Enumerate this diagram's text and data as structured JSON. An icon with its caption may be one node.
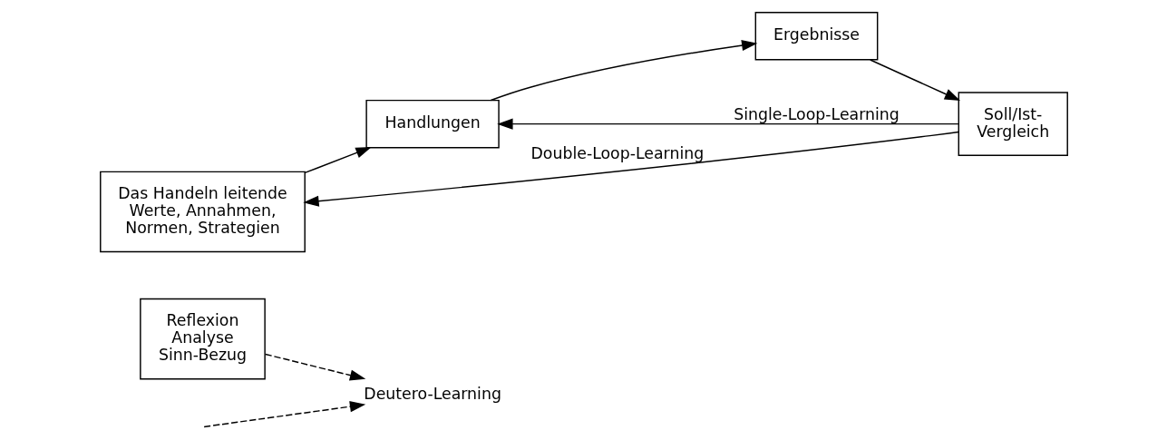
{
  "diagram": {
    "nodes": [
      {
        "text": [
          "Reflexion Analyse Sinn-Bezug"
        ]
      },
      {
        "text": [
          "Das Handeln leitende Werte, Annahmen, Normen, Strategien"
        ]
      },
      {
        "text": [
          "Handlungen"
        ]
      },
      {
        "text": [
          "Ergebnisse"
        ]
      },
      {
        "text": [
          "Soll/Ist-Vergleich"
        ]
      },
      {
        "text": [
          "Deutero-Learning"
        ]
      }
    ],
    "edges": [
      {
        "from": 1,
        "to": 2,
        "arrow": "to"
      },
      {
        "from": 2,
        "to": 3,
        "arrow": "to"
      },
      {
        "from": 3,
        "to": 4,
        "arrow": "to"
      },
      {
        "from": 4,
        "to": 2,
        "arrow": "to",
        "label": "Single-Loop-Learning"
      },
      {
        "from": 4,
        "to": 1,
        "arrow": "to",
        "label": "Double-Loop-Learning"
      },
      {
        "from": 0,
        "to": 5,
        "arrow": "to",
        "style": "dashed"
      },
      {
        "from": null,
        "to": 5,
        "arrow": "to",
        "style": "dashed"
      }
    ]
  }
}
